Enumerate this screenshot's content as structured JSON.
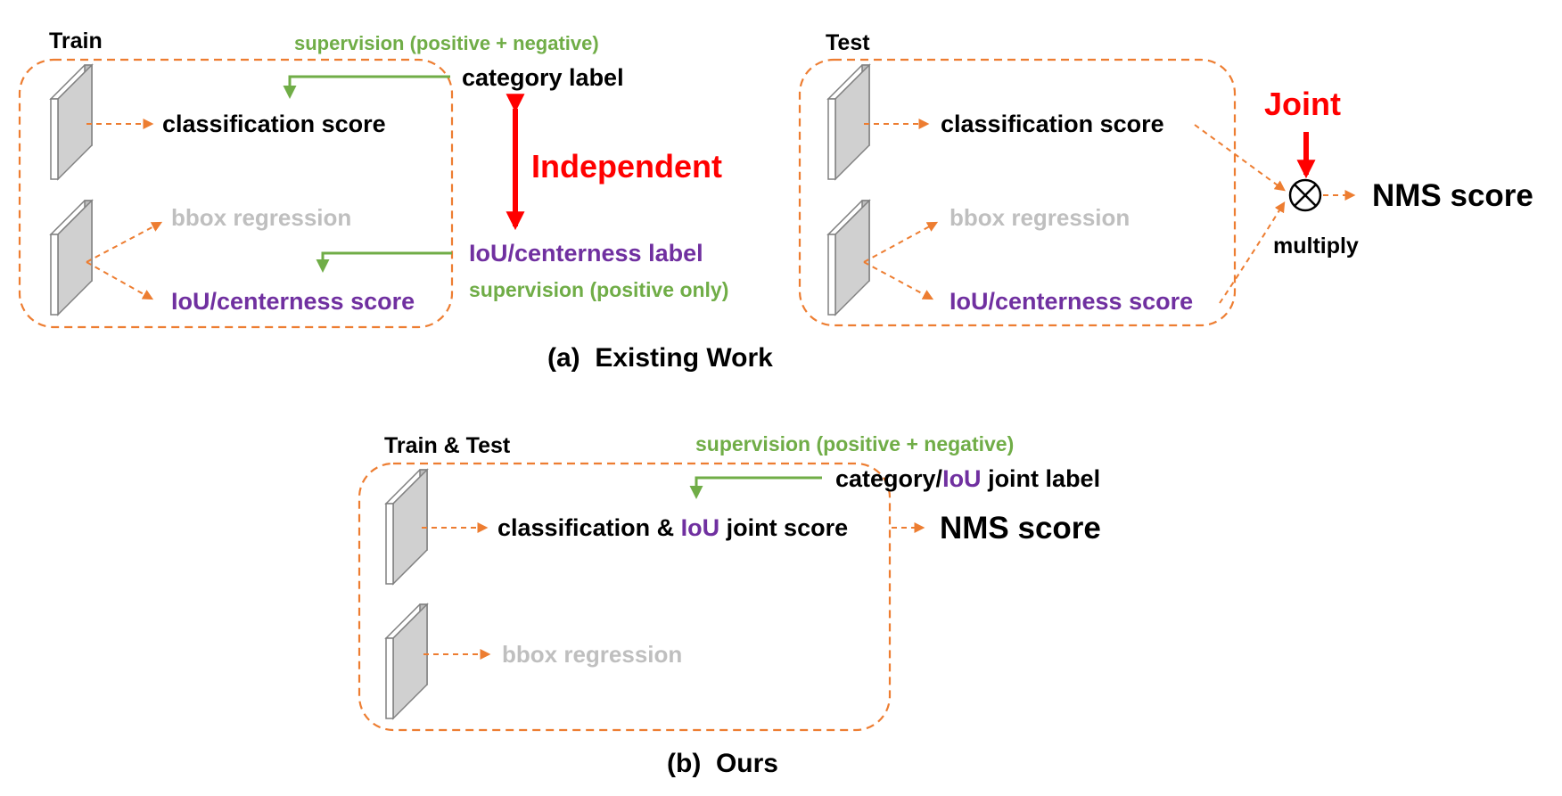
{
  "colors": {
    "orange": "#ED7D31",
    "green": "#70AD47",
    "red": "#FF0000",
    "purple": "#7030A0",
    "gray_text": "#BFBFBF",
    "black": "#000000"
  },
  "panel_a": {
    "caption": "(a)  Existing Work",
    "train": {
      "title": "Train",
      "supervision_pos_neg": "supervision (positive + negative)",
      "category_label": "category label",
      "classification_score": "classification score",
      "bbox_regression": "bbox regression",
      "iou_score": "IoU/centerness score",
      "iou_label": "IoU/centerness label",
      "supervision_pos_only": "supervision (positive only)",
      "independent": "Independent"
    },
    "test": {
      "title": "Test",
      "classification_score": "classification score",
      "bbox_regression": "bbox regression",
      "iou_score": "IoU/centerness score",
      "joint": "Joint",
      "multiply": "multiply",
      "nms_score": "NMS score"
    }
  },
  "panel_b": {
    "caption": "(b)  Ours",
    "title": "Train & Test",
    "supervision_pos_neg": "supervision (positive + negative)",
    "label_part1": "category/",
    "label_iou": "IoU",
    "label_part2": " joint label",
    "score_part1": "classification & ",
    "score_iou": "IoU",
    "score_part2": " joint score",
    "nms_score": "NMS score",
    "bbox_regression": "bbox regression"
  }
}
